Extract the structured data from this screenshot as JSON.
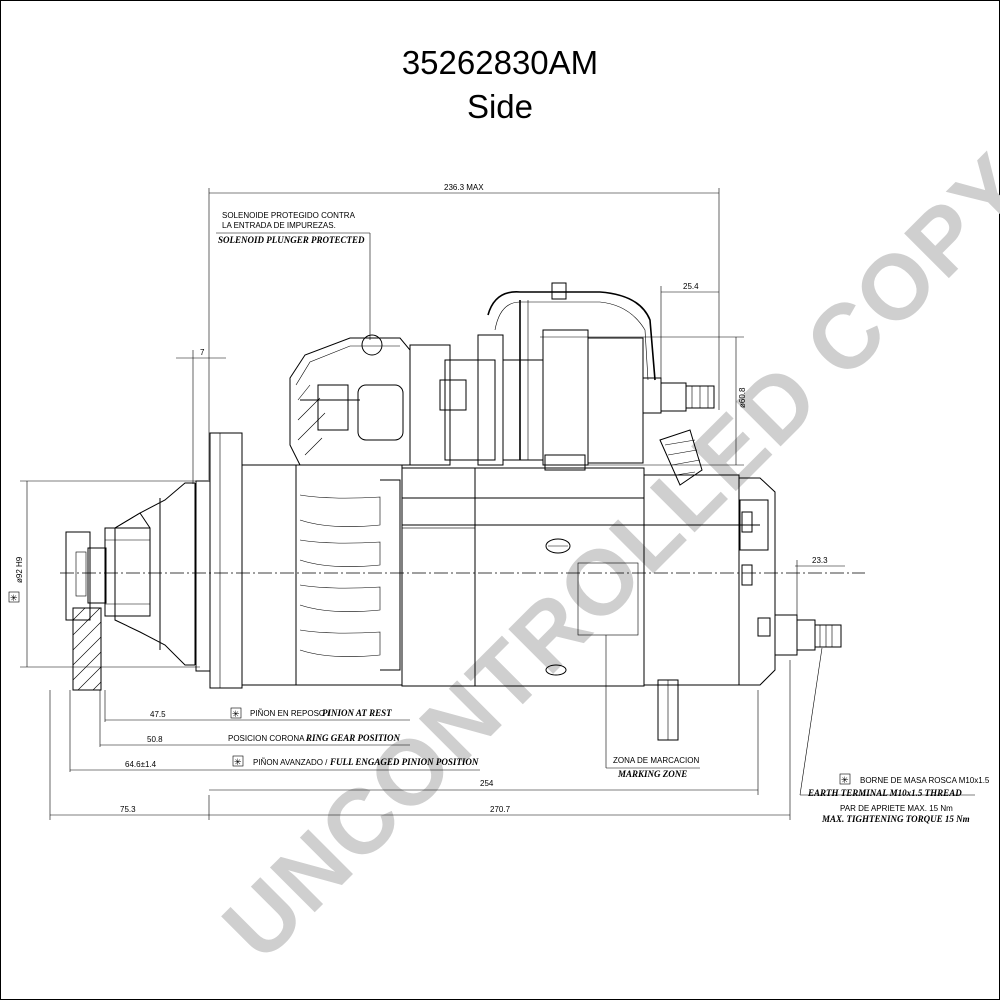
{
  "header": {
    "part_number": "35262830AM",
    "view": "Side"
  },
  "watermark": "UNCONTROLLED COPY",
  "dimensions": {
    "overall_max": "236.3 MAX",
    "offset_7": "7",
    "terminal_25_4": "25.4",
    "height_60_8": "ø60.8",
    "pilot_diameter": "ø92 H9",
    "earth_23_3": "23.3",
    "rest_47_5": "47.5",
    "ring_50_8": "50.8",
    "engaged_64_6": "64.6±1.4",
    "flange_75_3": "75.3",
    "length_254": "254",
    "length_270_7": "270.7"
  },
  "notes": {
    "solenoid_es_1": "SOLENOIDE PROTEGIDO CONTRA",
    "solenoid_es_2": "LA ENTRADA DE IMPUREZAS.",
    "solenoid_en": "SOLENOID PLUNGER PROTECTED",
    "pinion_rest_es": "PIÑON EN REPOSO /",
    "pinion_rest_en": "PINION AT REST",
    "ring_gear_es": "POSICION CORONA /",
    "ring_gear_en": "RING GEAR POSITION",
    "pinion_adv_es": "PIÑON AVANZADO /",
    "pinion_adv_en": "FULL ENGAGED PINION POSITION",
    "marking_es": "ZONA DE MARCACION",
    "marking_en": "MARKING ZONE",
    "earth_es": "BORNE DE MASA ROSCA M10x1.5",
    "earth_en": "EARTH TERMINAL M10x1.5 THREAD",
    "torque_es": "PAR DE APRIETE MAX. 15 Nm",
    "torque_en": "MAX. TIGHTENING TORQUE 15 Nm"
  }
}
